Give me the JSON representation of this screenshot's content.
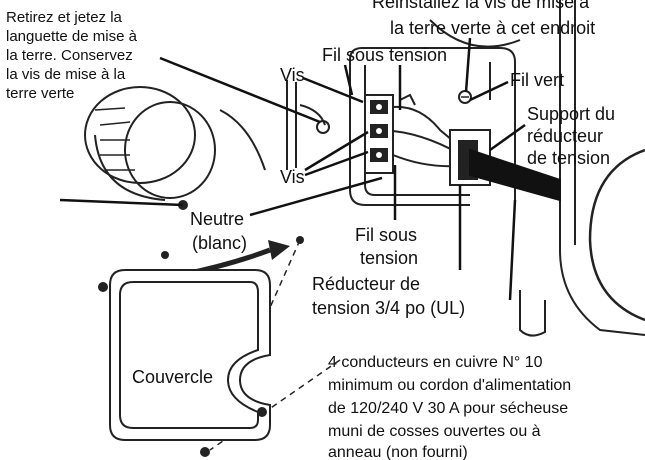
{
  "diagram": {
    "callouts": {
      "remove_tab": [
        "Retirez et jetez la",
        "languette de mise à",
        "la terre. Conservez",
        "la vis de mise à la",
        "terre verte"
      ],
      "reinstall_screw": [
        "Réinstallez la vis de mise à",
        "la terre verte à cet endroit"
      ],
      "screw_top": "Vis",
      "live_wire_top": "Fil sous tension",
      "green_wire": "Fil vert",
      "strain_support": [
        "Support du",
        "réducteur",
        "de tension"
      ],
      "screws": "Vis",
      "neutral": [
        "Neutre",
        "(blanc)"
      ],
      "live_wire_bottom": [
        "Fil sous",
        "tension"
      ],
      "strain_relief": [
        "Réducteur de",
        "tension 3/4 po (UL)"
      ],
      "cover": "Couvercle",
      "conductors": [
        "4 conducteurs en cuivre N° 10",
        "minimum ou cordon d'alimentation",
        "de 120/240 V 30 A pour sécheuse",
        "muni de cosses ouvertes ou à",
        "anneau (non fourni)"
      ]
    }
  }
}
